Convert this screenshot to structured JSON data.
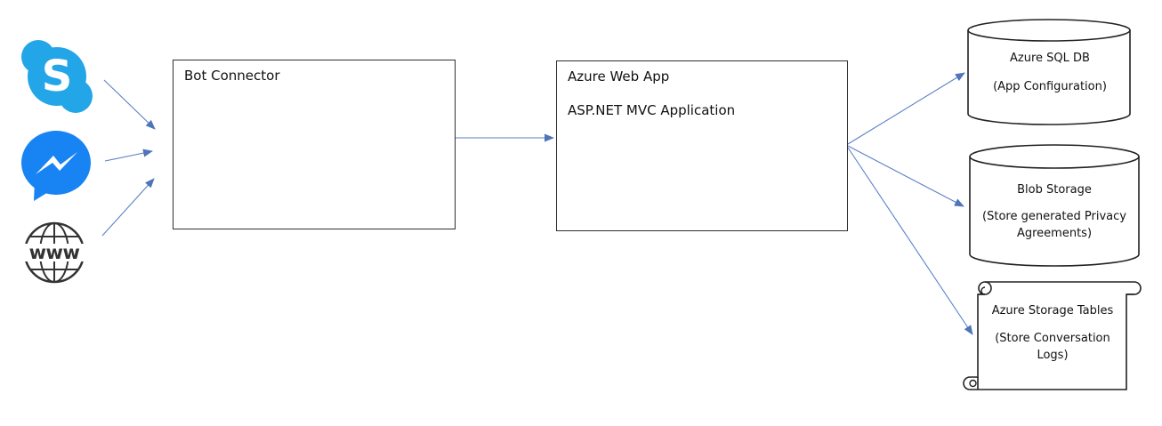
{
  "channels": [
    {
      "name": "Skype",
      "icon": "skype-icon",
      "color": "#22a6e8"
    },
    {
      "name": "Messenger",
      "icon": "messenger-icon",
      "color": "#1884f4"
    },
    {
      "name": "Web",
      "icon": "www-globe-icon",
      "color": "#333333"
    }
  ],
  "web_icon_text": "www",
  "bot_connector": {
    "title": "Bot Connector"
  },
  "web_app": {
    "title": "Azure Web App",
    "subtitle": "ASP.NET MVC Application"
  },
  "sql_db": {
    "title": "Azure SQL DB",
    "description": "(App Configuration)"
  },
  "blob_storage": {
    "title": "Blob Storage",
    "description_line1": "(Store generated Privacy",
    "description_line2": "Agreements)"
  },
  "storage_tables": {
    "title": "Azure Storage Tables",
    "description_line1": "(Store Conversation",
    "description_line2": "Logs)"
  },
  "colors": {
    "connector": "#5b81c4",
    "border": "#2f2f2f",
    "background": "#ffffff"
  }
}
